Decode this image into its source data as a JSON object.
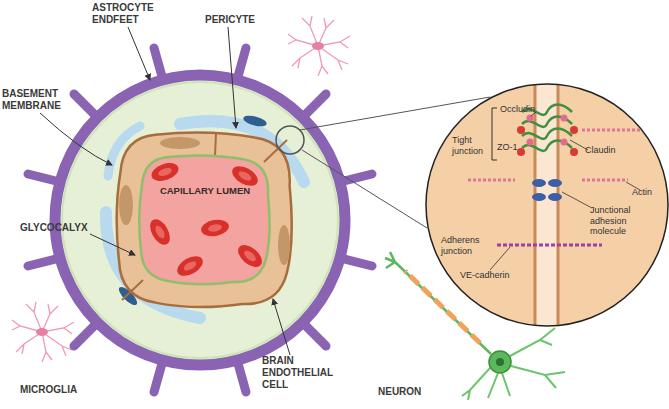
{
  "diagram": {
    "nodes": [
      {
        "text": [
          "CAPILLARY LUMEN"
        ]
      },
      {
        "text": [
          "Occludin",
          "Tight junction",
          "ZO-1",
          "Claudin",
          "Actin",
          "Junctional adhesion molecule",
          "Adherens junction",
          "VE-cadherin"
        ]
      }
    ],
    "labels": [
      "ASTROCYTE ENDFEET",
      "PERICYTE",
      "BASEMENT MEMBRANE",
      "GLYCOCALYX",
      "BRAIN ENDOTHELIAL CELL",
      "MICROGLIA",
      "NEURON"
    ]
  }
}
